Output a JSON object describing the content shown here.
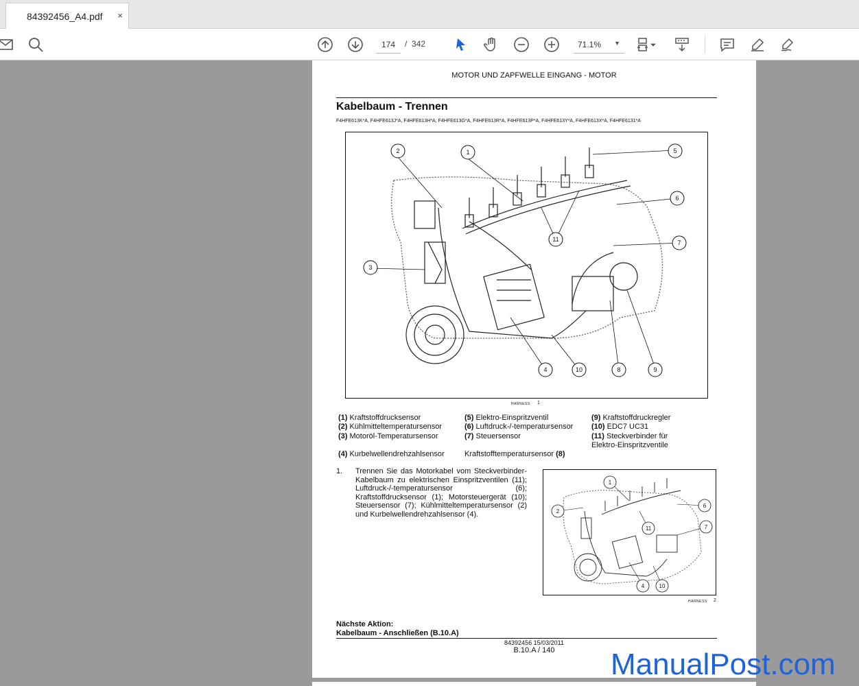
{
  "tab": {
    "title": "84392456_A4.pdf",
    "close": "×"
  },
  "toolbar": {
    "page_current": "174",
    "page_sep": "/",
    "page_total": "342",
    "zoom": "71.1%"
  },
  "document": {
    "running_head": "MOTOR UND ZAPFWELLE EINGANG - MOTOR",
    "section_title": "Kabelbaum - Trennen",
    "models": "F4HFE613K*A, F4HFE613J*A, F4HFE613H*A, F4HFE613G*A, F4HFE613R*A, F4HFE613P*A, F4HFE613Y*A, F4HFE613X*A, F4HFE6131*A",
    "figure1": {
      "caption": "HARNESS",
      "number": "1",
      "callouts": [
        "1",
        "2",
        "3",
        "4",
        "5",
        "6",
        "7",
        "8",
        "9",
        "10",
        "11"
      ]
    },
    "legend": [
      {
        "num": "(1)",
        "text": "Kraftstoffdrucksensor"
      },
      {
        "num": "(2)",
        "text": "Kühlmitteltemperatursensor"
      },
      {
        "num": "(3)",
        "text": "Motoröl-Temperatursensor"
      },
      {
        "num": "(4)",
        "text": "Kurbelwellendrehzahlsensor"
      },
      {
        "num": "(5)",
        "text": "Elektro-Einspritzventil"
      },
      {
        "num": "(6)",
        "text": "Luftdruck-/-temperatursensor"
      },
      {
        "num": "(7)",
        "text": "Steuersensor"
      },
      {
        "num": "(8)",
        "text": "Kraftstofftemperatursensor"
      },
      {
        "num": "(9)",
        "text": "Kraftstoffdruckregler"
      },
      {
        "num": "(10)",
        "text": "EDC7 UC31"
      },
      {
        "num": "(11)",
        "text": "Steckverbinder für Elektro-Einspritzventile"
      }
    ],
    "step": {
      "number": "1.",
      "text": "Trennen Sie das Motorkabel vom Steckverbinder-Kabelbaum zu elektrischen Einspritzventilen (11); Luftdruck-/-temperatursensor (6); Kraftstoffdrucksensor (1); Motorsteuergerät (10); Steuersensor (7); Kühlmitteltemperatursensor (2) und Kurbelwellendrehzahlsensor (4)."
    },
    "figure2": {
      "caption": "HARNESS",
      "number": "2",
      "callouts": [
        "1",
        "2",
        "4",
        "6",
        "7",
        "10",
        "11"
      ]
    },
    "next_action_label": "Nächste Aktion:",
    "next_action_link": "Kabelbaum - Anschließen (B.10.A)",
    "footer_doc": "84392456 15/03/2011",
    "footer_page": "B.10.A / 140"
  },
  "watermark": "ManualPost.com",
  "icons": [
    "mail-icon",
    "search-icon",
    "arrow-up-circle-icon",
    "arrow-down-circle-icon",
    "select-pointer-icon",
    "hand-icon",
    "zoom-out-icon",
    "zoom-in-icon",
    "fit-page-icon",
    "scroll-mode-icon",
    "comment-icon",
    "highlight-pen-icon",
    "sign-icon"
  ]
}
